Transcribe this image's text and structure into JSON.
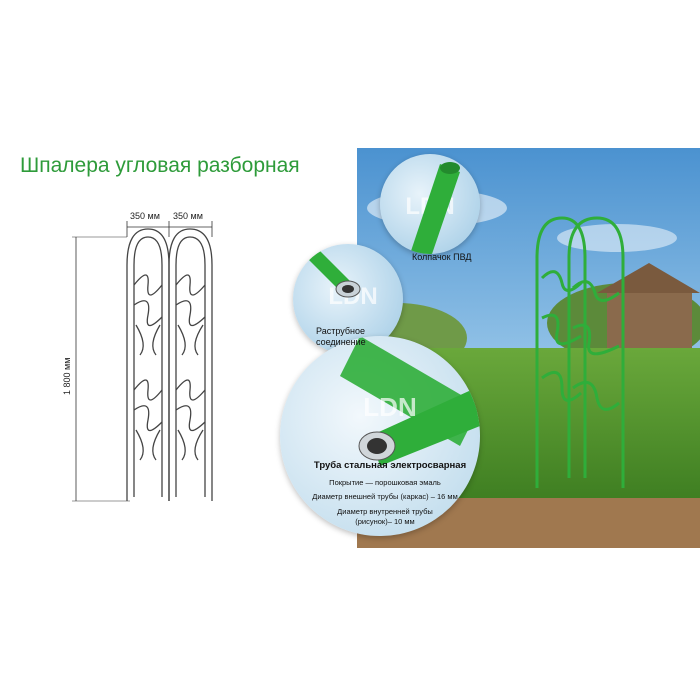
{
  "title": "Шпалера угловая разборная",
  "dimensions": {
    "width_left": "350 мм",
    "width_right": "350 мм",
    "height": "1 800 мм"
  },
  "callouts": {
    "cap": "Колпачок ПВД",
    "joint_line1": "Раструбное",
    "joint_line2": "соединение",
    "pipe_title": "Труба стальная электросварная",
    "pipe_coating": "Покрытие — порошковая эмаль",
    "pipe_outer": "Диаметр внешней трубы (каркас) – 16 мм",
    "pipe_inner_1": "Диаметр внутренней трубы",
    "pipe_inner_2": "(рисунок)– 10 мм"
  },
  "watermark": "LDN",
  "colors": {
    "title": "#2e9b3a",
    "pipe_green": "#2fae3a",
    "sky": "#5da0d6",
    "grass": "#4f9a2e"
  }
}
